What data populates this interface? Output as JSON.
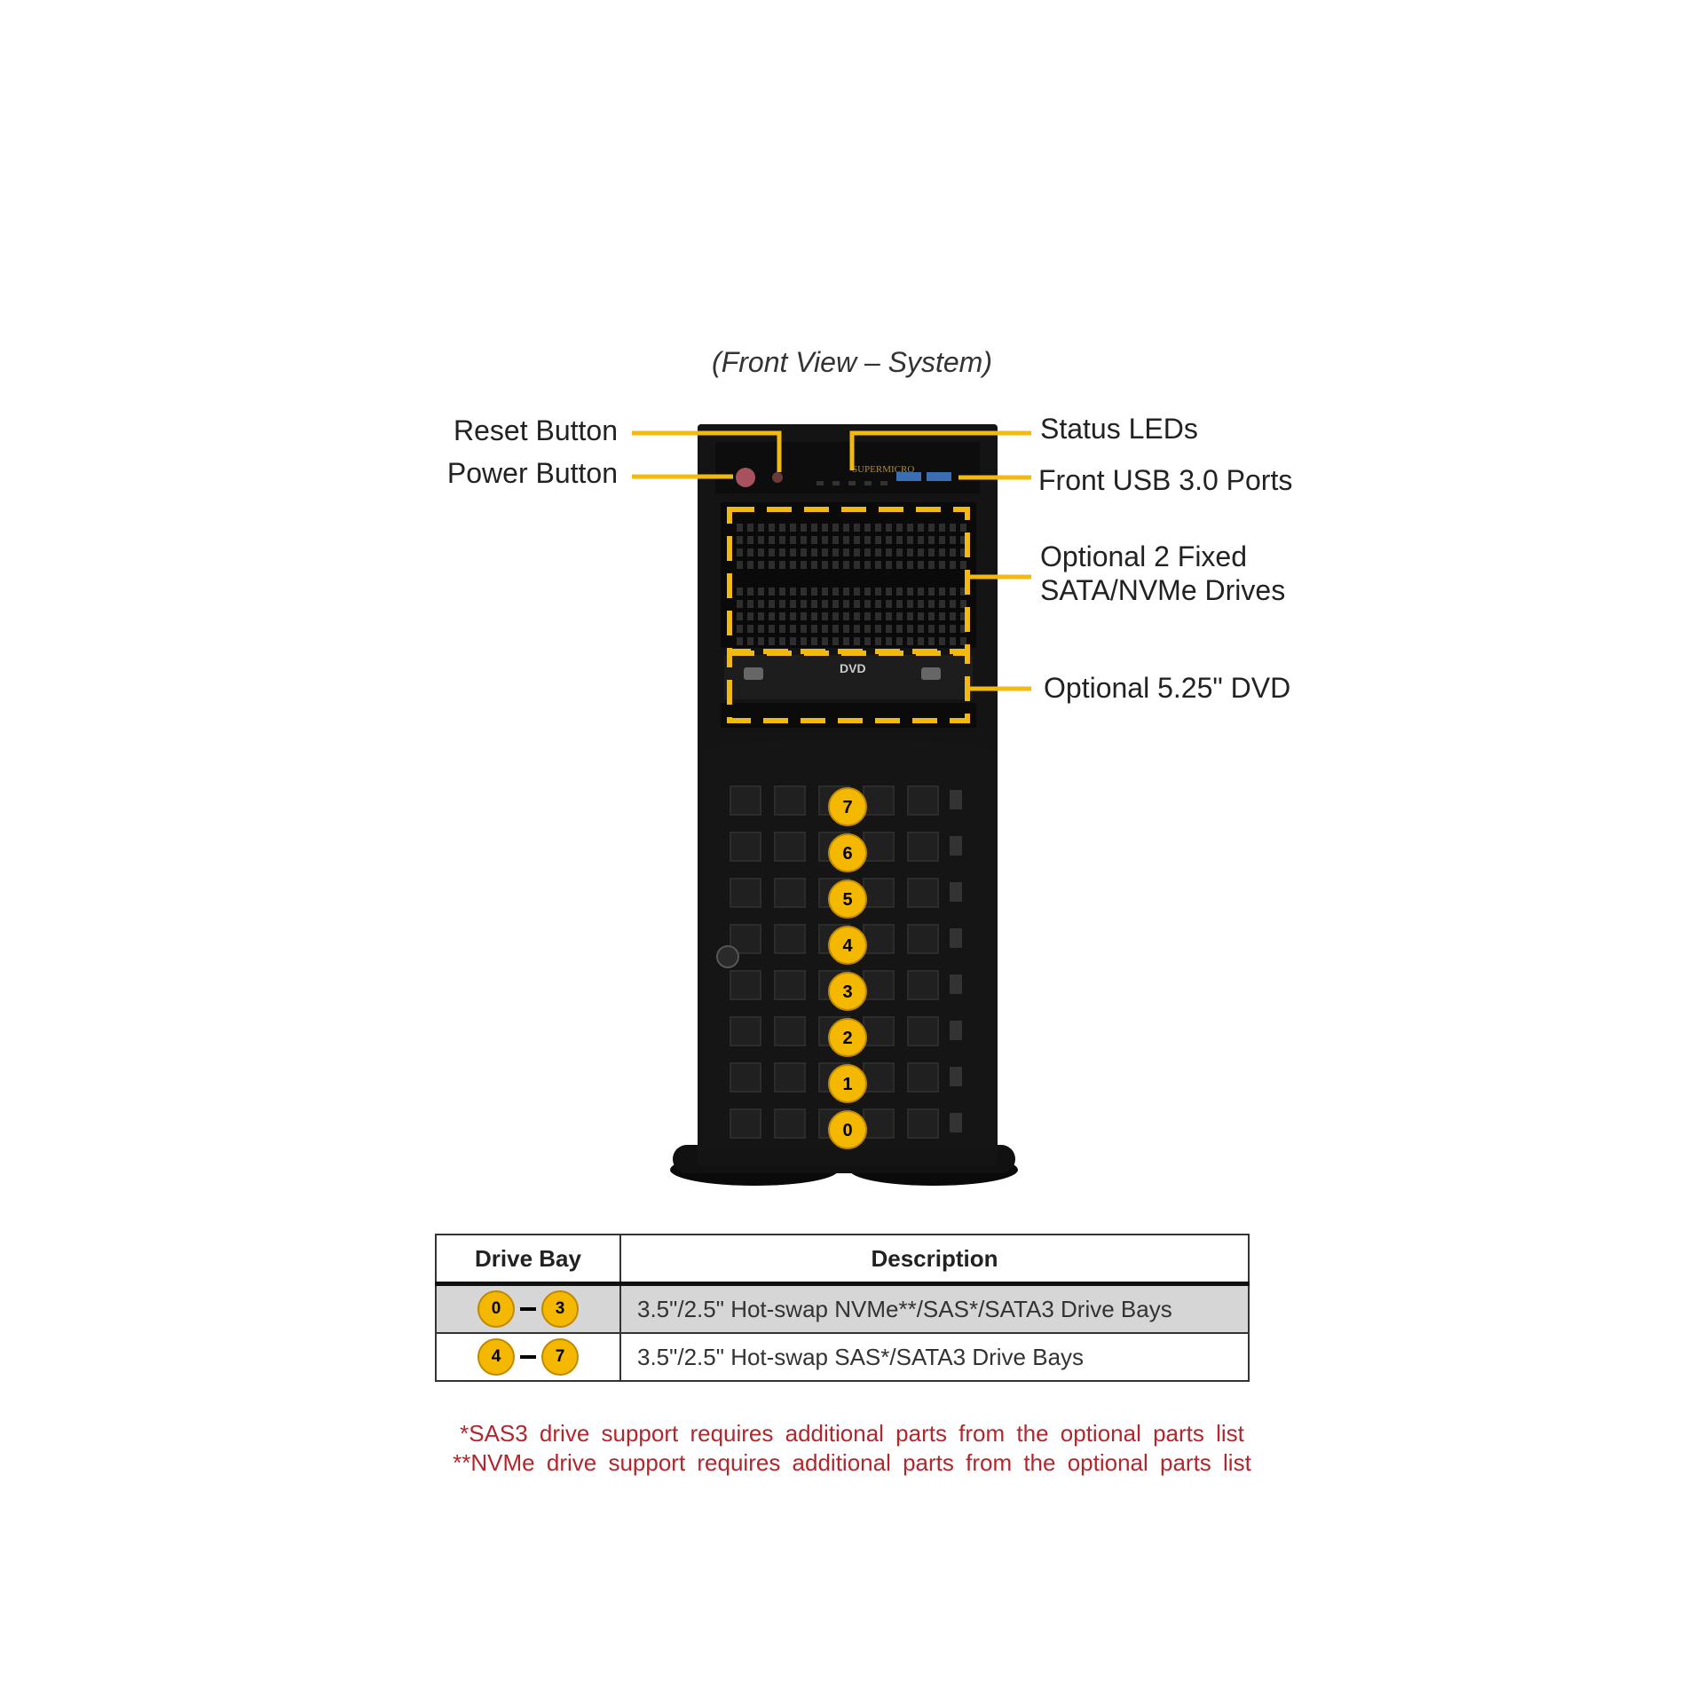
{
  "caption": "(Front View – System)",
  "callouts": {
    "reset": "Reset Button",
    "power": "Power Button",
    "status_leds": "Status LEDs",
    "usb": "Front USB 3.0 Ports",
    "fixed_drives_line1": "Optional 2 Fixed",
    "fixed_drives_line2": "SATA/NVMe Drives",
    "dvd": "Optional 5.25\" DVD"
  },
  "chassis": {
    "brand": "SUPERMICRO",
    "dvd_logo": "DVD"
  },
  "bay_numbers": [
    "7",
    "6",
    "5",
    "4",
    "3",
    "2",
    "1",
    "0"
  ],
  "table": {
    "headers": [
      "Drive Bay",
      "Description"
    ],
    "rows": [
      {
        "from": "0",
        "to": "3",
        "description": "3.5\"/2.5\"  Hot-swap  NVMe**/SAS*/SATA3 Drive  Bays"
      },
      {
        "from": "4",
        "to": "7",
        "description": "3.5\"/2.5\"  Hot-swap  SAS*/SATA3 Drive  Bays"
      }
    ]
  },
  "footnotes": [
    "*SAS3 drive  support  requires  additional  parts from  the optional  parts  list",
    "**NVMe drive  support  requires  additional  parts from  the optional  parts  list"
  ],
  "colors": {
    "callout_line": "#f2b90f",
    "badge_fill": "#f5b800",
    "chassis": "#141414",
    "footnote": "#b3262b"
  }
}
